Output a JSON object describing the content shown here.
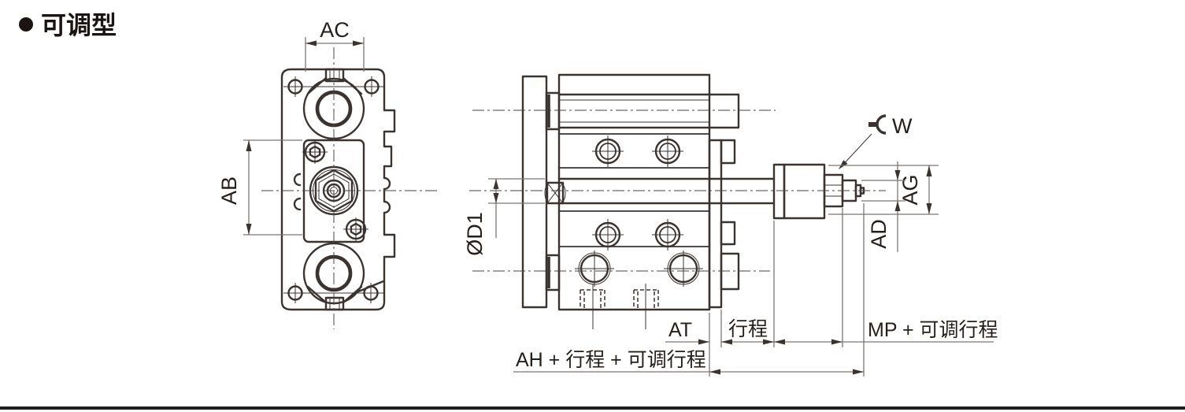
{
  "title": {
    "bullet": "●",
    "text": "可调型"
  },
  "front_view": {
    "ac": "AC",
    "ab": "AB"
  },
  "side_view": {
    "d1": "ØD1",
    "w": "W",
    "ag": "AG",
    "ad": "AD",
    "at": "AT",
    "stroke": "行程",
    "mp_adj": "MP + 可调行程",
    "ah_total": "AH + 行程 + 可调行程"
  },
  "colors": {
    "line": "#3a3330",
    "dim": "#7c7672",
    "text": "#251f1b"
  }
}
